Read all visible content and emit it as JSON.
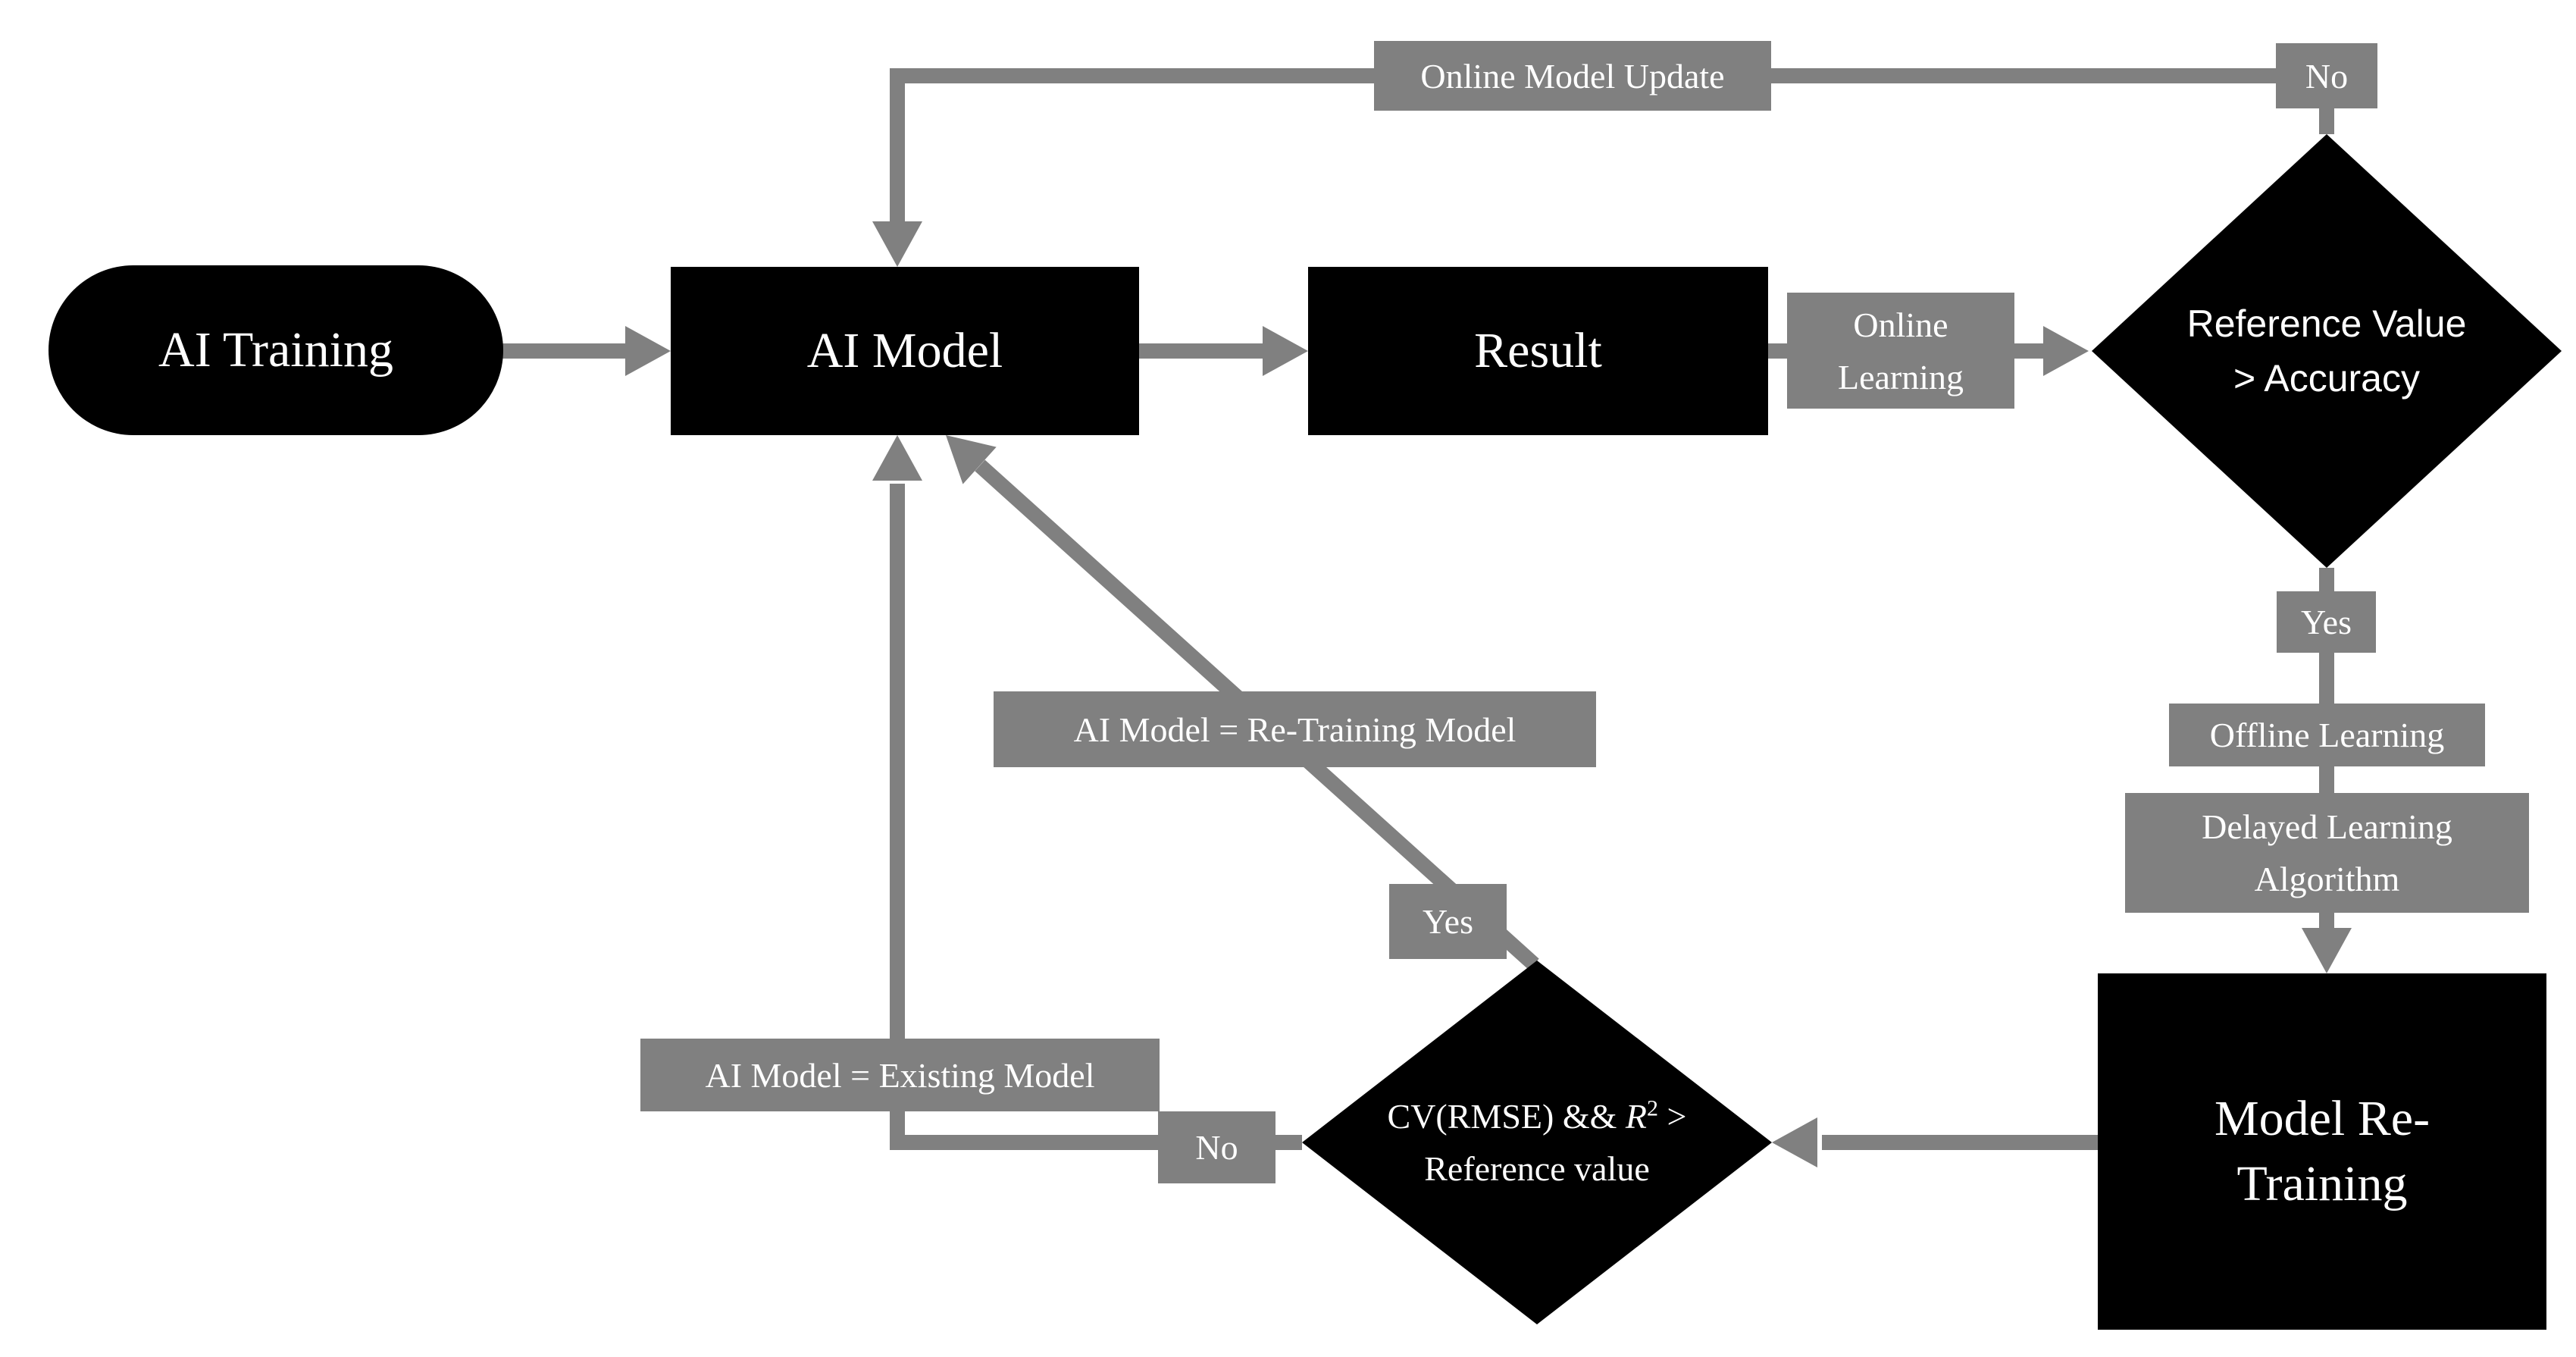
{
  "diagram": {
    "title": "AI model online/offline re-training flowchart",
    "colors": {
      "node_fill": "#000000",
      "label_fill": "#808080",
      "connector": "#808080",
      "text": "#ffffff",
      "background": "#ffffff"
    }
  },
  "nodes": {
    "ai_training": {
      "label": "AI Training",
      "shape": "rounded"
    },
    "ai_model": {
      "label": "AI Model",
      "shape": "rect"
    },
    "result": {
      "label": "Result",
      "shape": "rect"
    },
    "model_retraining": {
      "label": "Model Re-\nTraining",
      "shape": "rect"
    },
    "decision_accuracy": {
      "label": "Reference Value\n> Accuracy",
      "shape": "diamond"
    },
    "decision_metrics": {
      "shape": "diamond",
      "line1_prefix": "CV(RMSE) && ",
      "line1_var": "R",
      "line1_sup": "2",
      "line1_suffix": " >",
      "line2": "Reference value"
    }
  },
  "labels": {
    "online_model_update": "Online Model Update",
    "no_top": "No",
    "online_learning": "Online\nLearning",
    "yes_right": "Yes",
    "offline_learning": "Offline Learning",
    "delayed_learning": "Delayed Learning\nAlgorithm",
    "retraining_assign": "AI Model = Re-Training Model",
    "yes_diagonal": "Yes",
    "no_left": "No",
    "existing_assign": "AI Model = Existing Model"
  }
}
